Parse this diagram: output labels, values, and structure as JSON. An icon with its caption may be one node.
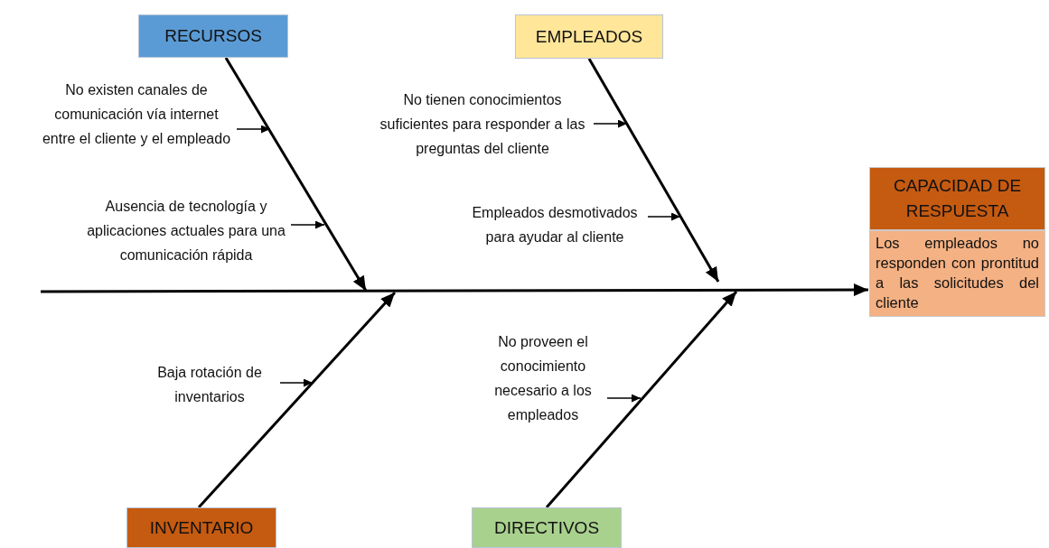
{
  "diagram": {
    "nodes": [
      {
        "text": [
          "RECURSOS"
        ]
      },
      {
        "text": [
          "EMPLEADOS"
        ]
      },
      {
        "text": [
          "CAPACIDAD DE RESPUESTA",
          "Los empleados no responden con prontitud a las solicitudes del cliente"
        ]
      },
      {
        "text": [
          "INVENTARIO"
        ]
      },
      {
        "text": [
          "DIRECTIVOS"
        ]
      },
      {
        "text": [
          "No existen canales de comunicación vía internet entre el cliente y el empleado"
        ]
      },
      {
        "text": [
          "Ausencia de tecnología y aplicaciones actuales para una comunicación rápida"
        ]
      },
      {
        "text": [
          "No tienen conocimientos suficientes para responder a las preguntas del cliente"
        ]
      },
      {
        "text": [
          "Empleados desmotivados para ayudar al cliente"
        ]
      },
      {
        "text": [
          "Baja rotación de inventarios"
        ]
      },
      {
        "text": [
          "No proveen el conocimiento necesario a los empleados"
        ]
      }
    ],
    "edges": [
      {
        "from": null,
        "to": 2,
        "arrow": "to"
      },
      {
        "from": 0,
        "to": null,
        "arrow": "to"
      },
      {
        "from": 1,
        "to": null,
        "arrow": "to"
      },
      {
        "from": 3,
        "to": null,
        "arrow": "to"
      },
      {
        "from": 4,
        "to": null,
        "arrow": "to"
      },
      {
        "from": 5,
        "to": null,
        "arrow": "to"
      },
      {
        "from": 6,
        "to": null,
        "arrow": "to"
      },
      {
        "from": 7,
        "to": null,
        "arrow": "to"
      },
      {
        "from": 8,
        "to": null,
        "arrow": "to"
      },
      {
        "from": 9,
        "to": null,
        "arrow": "to"
      },
      {
        "from": 10,
        "to": null,
        "arrow": "to"
      }
    ]
  }
}
